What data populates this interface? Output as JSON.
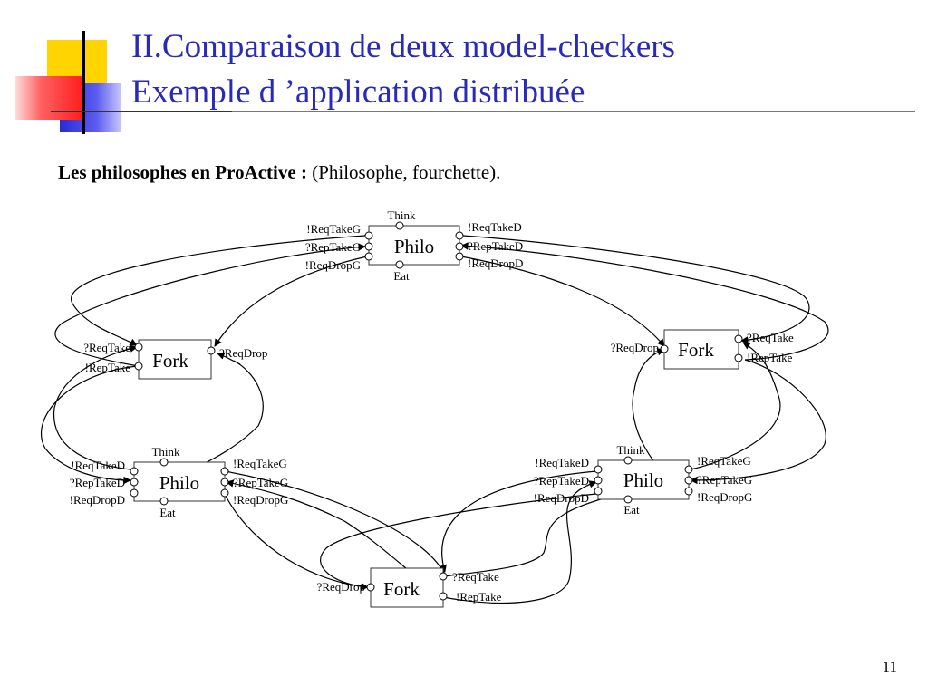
{
  "header": {
    "title_line1": "II.Comparaison de deux model-checkers",
    "title_line2": "Exemple d ’application distribuée"
  },
  "subtitle": {
    "bold": "Les philosophes en ProActive :",
    "rest": " (Philosophe, fourchette)."
  },
  "diagram": {
    "philo_top": {
      "name": "Philo",
      "think": "Think",
      "eat": "Eat",
      "left": [
        "!ReqTakeG",
        "?RepTakeG",
        "!ReqDropG"
      ],
      "right": [
        "!ReqTakeD",
        "?RepTakeD",
        "!ReqDropD"
      ]
    },
    "fork_left": {
      "name": "Fork",
      "left": [
        "?ReqTake",
        "!RepTake"
      ],
      "right": "?ReqDrop"
    },
    "fork_right": {
      "name": "Fork",
      "left": "?ReqDrop",
      "right": [
        "?ReqTake",
        "!RepTake"
      ]
    },
    "philo_left": {
      "name": "Philo",
      "think": "Think",
      "eat": "Eat",
      "left": [
        "!ReqTakeD",
        "?RepTakeD",
        "!ReqDropD"
      ],
      "right": [
        "!ReqTakeG",
        "?RepTakeG",
        "!ReqDropG"
      ]
    },
    "philo_right": {
      "name": "Philo",
      "think": "Think",
      "eat": "Eat",
      "left": [
        "!ReqTakeD",
        "?RepTakeD",
        "!ReqDropD"
      ],
      "right": [
        "!ReqTakeG",
        "?RepTakeG",
        "!ReqDropG"
      ]
    },
    "fork_bottom": {
      "name": "Fork",
      "left": "?ReqDrop",
      "right": [
        "?ReqTake",
        "!RepTake"
      ]
    }
  },
  "footer": {
    "page_number": "11"
  },
  "colors": {
    "title": "#2a2ab8",
    "deco_yellow": "#ffd400",
    "deco_red": "#ff3030",
    "deco_blue": "#3333dd"
  }
}
